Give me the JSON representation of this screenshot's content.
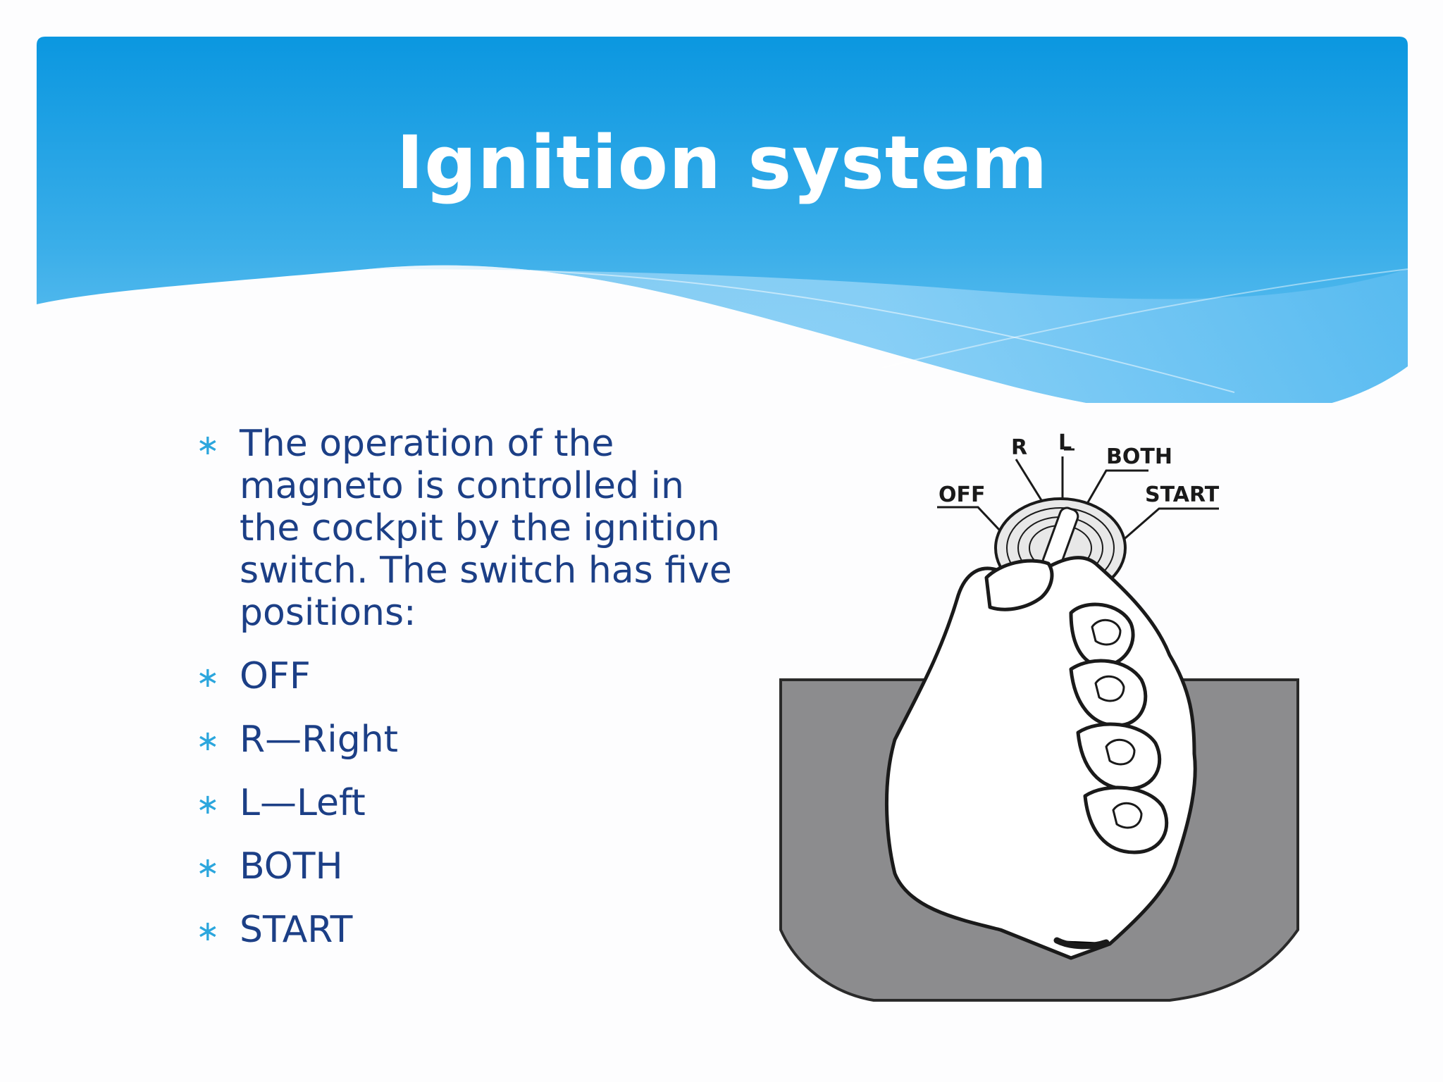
{
  "slide": {
    "title": "Ignition system",
    "bullets": [
      "The operation of the magneto is controlled in the cockpit by the ignition switch. The switch has five positions:",
      "OFF",
      "R—Right",
      "L—Left",
      "BOTH",
      "START"
    ],
    "bullet_icon": "asterisk-icon"
  },
  "illustration": {
    "switch_labels": {
      "off": "OFF",
      "r": "R",
      "l": "L",
      "both": "BOTH",
      "start": "START"
    }
  },
  "colors": {
    "header_top": "#0b97e0",
    "header_bottom": "#8fd2f7",
    "title": "#ffffff",
    "body_text": "#1c3f86",
    "bullet": "#2ba6dd",
    "panel_gray": "#8c8c8e"
  }
}
